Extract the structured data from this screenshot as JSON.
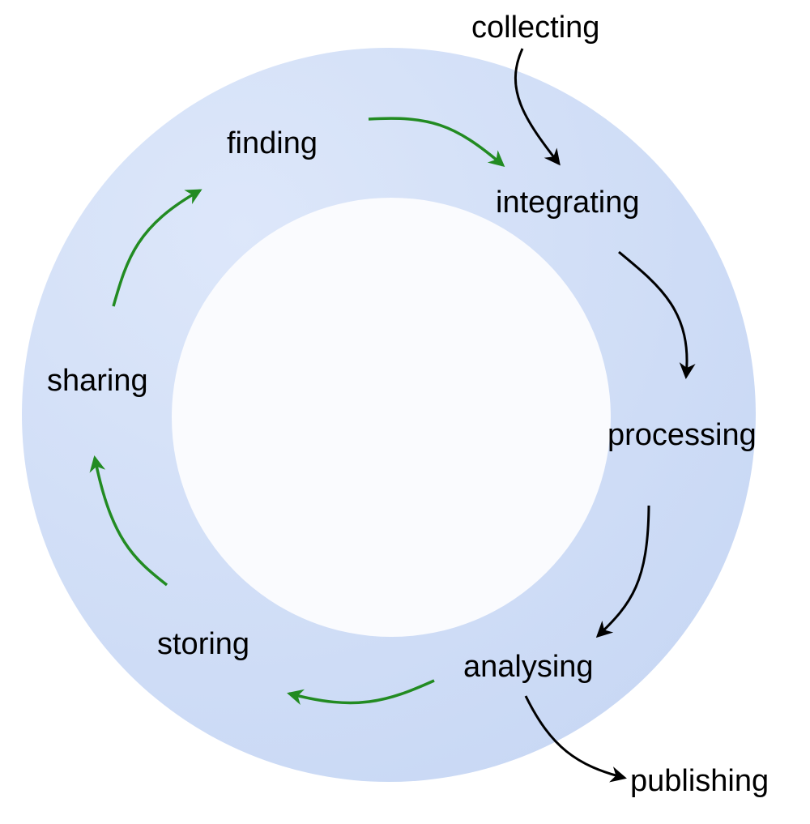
{
  "labels": {
    "collecting": "collecting",
    "finding": "finding",
    "integrating": "integrating",
    "processing": "processing",
    "sharing": "sharing",
    "analysing": "analysing",
    "storing": "storing",
    "publishing": "publishing"
  },
  "colors": {
    "ring": "#cbd9f5",
    "ring_light": "#dae5f9",
    "inner": "#fafbfe",
    "cycle_arrow": "#228b22",
    "flow_arrow": "#000000",
    "text": "#000000"
  }
}
